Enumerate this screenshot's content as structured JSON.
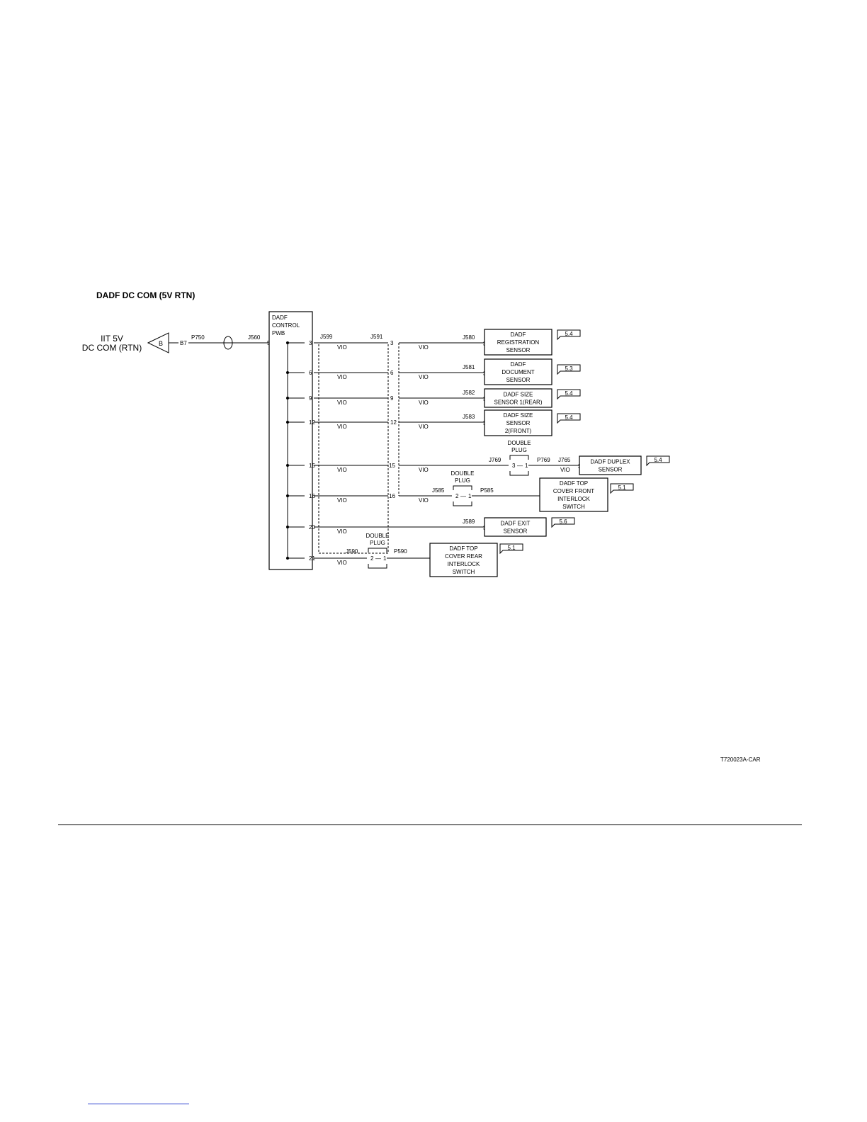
{
  "title": "DADF DC COM (5V RTN)",
  "figure_id": "T720023A-CAR",
  "source": {
    "line1": "IIT 5V",
    "line2": "DC COM (RTN)",
    "connector_flag": "B",
    "pin": "B7",
    "plug": "P750",
    "jack": "J560",
    "pin_in": "5"
  },
  "pwb": {
    "line1": "DADF",
    "line2": "CONTROL",
    "line3": "PWB"
  },
  "connectors": {
    "left": "J599",
    "right": "J591"
  },
  "wire_color": "VIO",
  "circuits": [
    {
      "pwb_pin": "3",
      "relay_pin": "3",
      "jack": "J580",
      "dev_pin": "3",
      "device": [
        "DADF",
        "REGISTRATION",
        "SENSOR"
      ],
      "ref": "5.4"
    },
    {
      "pwb_pin": "6",
      "relay_pin": "6",
      "jack": "J581",
      "dev_pin": "3",
      "device": [
        "DADF",
        "DOCUMENT",
        "SENSOR"
      ],
      "ref": "5.3"
    },
    {
      "pwb_pin": "9",
      "relay_pin": "9",
      "jack": "J582",
      "dev_pin": "3",
      "device": [
        "DADF SIZE",
        "SENSOR 1(REAR)"
      ],
      "ref": "5.4"
    },
    {
      "pwb_pin": "12",
      "relay_pin": "12",
      "jack": "J583",
      "dev_pin": "3",
      "device": [
        "DADF SIZE",
        "SENSOR",
        "2(FRONT)"
      ],
      "ref": "5.4"
    },
    {
      "pwb_pin": "15",
      "relay_pin": "15",
      "jack": "J769",
      "plug_label": [
        "DOUBLE",
        "PLUG"
      ],
      "plug_pins": [
        "3",
        "1"
      ],
      "plug": "P769",
      "jack2": "J765",
      "dev_pin": "3",
      "device": [
        "DADF DUPLEX",
        "SENSOR"
      ],
      "ref": "5.4"
    },
    {
      "pwb_pin": "16",
      "relay_pin": "16",
      "jack": "J585",
      "plug_label": [
        "DOUBLE",
        "PLUG"
      ],
      "plug_pins": [
        "2",
        "1"
      ],
      "plug": "P585",
      "device": [
        "DADF TOP",
        "COVER FRONT",
        "INTERLOCK",
        "SWITCH"
      ],
      "ref": "5.1"
    },
    {
      "pwb_pin": "20",
      "jack": "J589",
      "dev_pin": "3",
      "device": [
        "DADF EXIT",
        "SENSOR"
      ],
      "ref": "5.6"
    },
    {
      "pwb_pin": "21",
      "jack": "J590",
      "plug_label": [
        "DOUBLE",
        "PLUG"
      ],
      "plug_pins": [
        "2",
        "1"
      ],
      "plug": "P590",
      "device": [
        "DADF TOP",
        "COVER REAR",
        "INTERLOCK",
        "SWITCH"
      ],
      "ref": "5.1"
    }
  ]
}
